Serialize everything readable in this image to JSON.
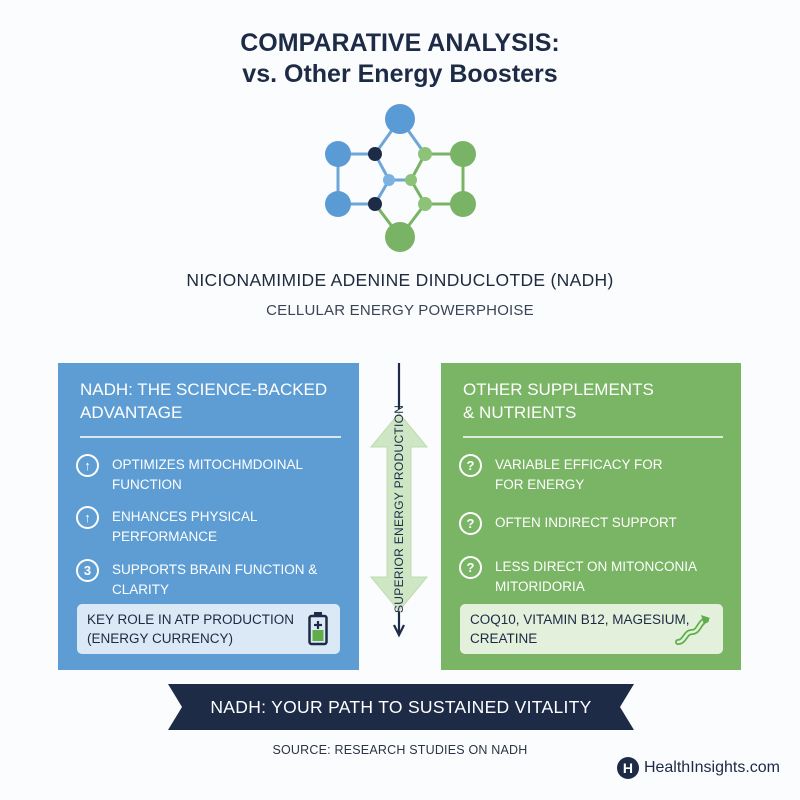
{
  "header": {
    "title_line1": "COMPARATIVE ANALYSIS:",
    "title_line2": "vs. Other Energy Boosters",
    "subtitle": "NICIONAMIMIDE ADENINE DINDUCLOTDE (NADH)",
    "tagline": "CELLULAR ENERGY POWERPHOISE"
  },
  "left_panel": {
    "heading_line1": "NADH: THE SCIENCE-BACKED",
    "heading_line2": "ADVANTAGE",
    "items": [
      {
        "icon": "arrow-up-circle-icon",
        "glyph": "↑",
        "line1": "OPTIMIZES MITOCHMDOINAL",
        "line2": "FUNCTION"
      },
      {
        "icon": "arrow-up-circle-icon",
        "glyph": "↑",
        "line1": "ENHANCES PHYSICAL",
        "line2": "PERFORMANCE"
      },
      {
        "icon": "number-3-circle-icon",
        "glyph": "3",
        "line1": "SUPPORTS BRAIN FUNCTION & CLARITY",
        "line2": ""
      }
    ],
    "callout_line1": "KEY ROLE IN ATP PRODUCTION",
    "callout_line2": "(ENERGY CURRENCY)",
    "callout_icon": "battery-icon",
    "color": "#5d9dd3"
  },
  "right_panel": {
    "heading_line1": "OTHER SUPPLEMENTS",
    "heading_line2": "& NUTRIENTS",
    "items": [
      {
        "icon": "question-circle-icon",
        "glyph": "?",
        "line1": "VARIABLE EFFICACY FOR",
        "line2": "FOR ENERGY"
      },
      {
        "icon": "question-circle-icon",
        "glyph": "?",
        "line1": "OFTEN INDIRECT SUPPORT",
        "line2": ""
      },
      {
        "icon": "question-circle-icon",
        "glyph": "?",
        "line1": "LESS DIRECT ON MITONCONIA",
        "line2": "MITORIDORIA"
      }
    ],
    "callout_line1": "COQ10, VITAMIN B12, MAGESIUM,",
    "callout_line2": "CREATINE",
    "callout_icon": "wavy-arrow-icon",
    "color": "#7ab465"
  },
  "center_arrow": {
    "label": "SUPERIOR ENERGY PRODUCTION"
  },
  "footer": {
    "banner": "NADH: YOUR PATH TO SUSTAINED VITALITY",
    "source": "SOURCE: RESEARCH STUDIES ON NADH",
    "brand_letter": "H",
    "brand": "HealthInsights.com",
    "banner_color": "#1e2b47"
  }
}
